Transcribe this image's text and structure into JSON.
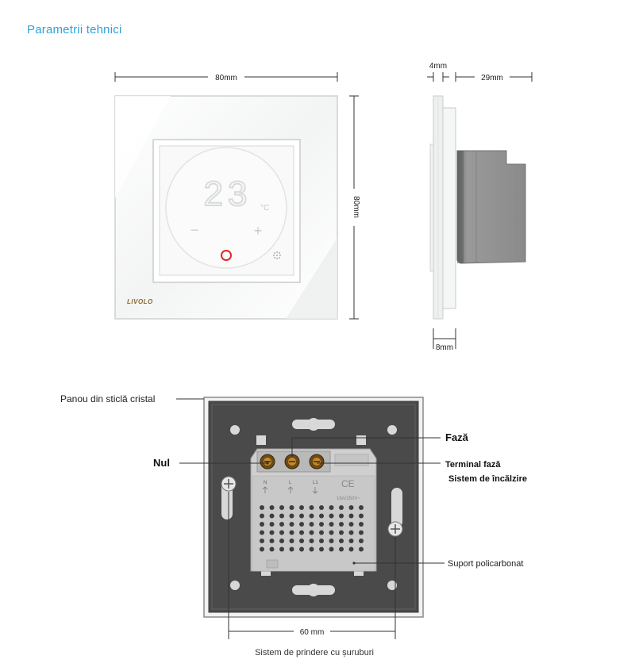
{
  "header": {
    "title": "Parametrii tehnici"
  },
  "front_view": {
    "width_label": "80mm",
    "height_label": "80mm",
    "display_temp": "23",
    "temp_unit": "°C",
    "minus_symbol": "−",
    "plus_symbol": "+",
    "brand": "LIVOLO"
  },
  "side_view": {
    "glass_depth_label": "4mm",
    "body_depth_label": "29mm",
    "frame_depth_label": "8mm"
  },
  "back_view": {
    "glass_panel_label": "Panou din sticlă cristal",
    "neutral_label": "Nul",
    "phase_label": "Fază",
    "terminal_label_line1": "Terminal fază",
    "terminal_label_line2": "Sistem de încălzire",
    "support_label": "Suport policarbonat",
    "screw_spacing_label": "60 mm",
    "mounting_label": "Sistem de prindere cu șuruburi",
    "terminal_marks": [
      "N",
      "L",
      "L1"
    ],
    "ce_mark": "CE",
    "rating": "16A/250V~"
  },
  "colors": {
    "accent_title": "#2aa3dc",
    "power_ring": "#e32626",
    "glass": "#f7f8f8",
    "back_plate": "#4a4a4a",
    "module": "#cfcfcf"
  }
}
